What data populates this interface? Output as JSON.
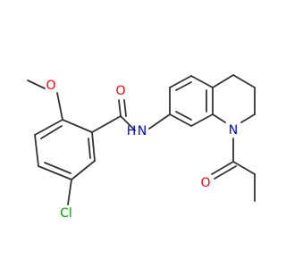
{
  "colors": {
    "bond": "#333333",
    "oxygen": "#ff0000",
    "nitrogen": "#0000ff",
    "chlorine": "#00a000",
    "background": "#ffffff"
  },
  "atoms": {
    "methoxy_oxygen": "O",
    "carbonyl_oxygen_amide": "O",
    "amide_nitrogen": "N",
    "amide_hydrogen": "H",
    "ring_nitrogen": "N",
    "carbonyl_oxygen_propanoyl": "O",
    "chlorine": "Cl"
  }
}
